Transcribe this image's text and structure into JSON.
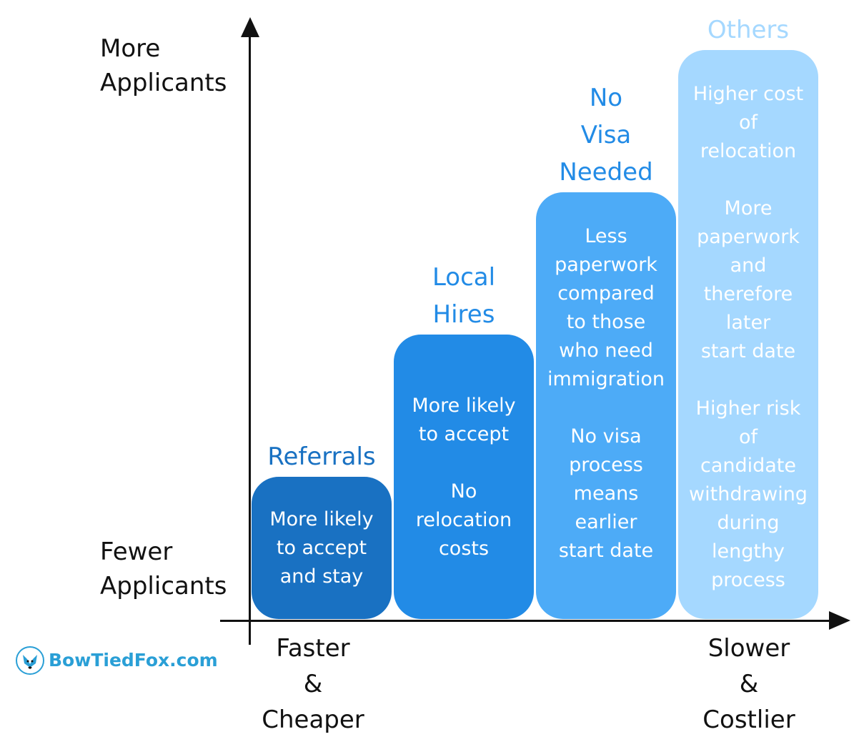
{
  "chart_data": {
    "type": "bar",
    "categories": [
      "Referrals",
      "Local\nHires",
      "No\nVisa\nNeeded",
      "Others"
    ],
    "values": [
      1,
      2,
      3,
      4
    ],
    "ylabel_top": "More\nApplicants",
    "ylabel_bottom": "Fewer\nApplicants",
    "xlabel_left": "Faster\n&\nCheaper",
    "xlabel_right": "Slower\n&\nCostlier",
    "bar_notes": [
      "More likely\nto accept\nand stay",
      "More likely\nto accept\n\nNo\nrelocation\ncosts",
      "Less\npaperwork\ncompared\nto those\nwho need\nimmigration\n\nNo visa\nprocess\nmeans\nearlier\nstart date",
      "Higher cost\nof\nrelocation\n\nMore\npaperwork\nand\ntherefore\nlater\nstart date\n\nHigher risk\nof\ncandidate\nwithdrawing\nduring\nlengthy\nprocess"
    ],
    "bar_colors": [
      "#1971c2",
      "#228be6",
      "#4dabf7",
      "#a5d8ff"
    ],
    "title_colors": [
      "#1971c2",
      "#228be6",
      "#228be6",
      "#a5d8ff"
    ],
    "note_color": "#ffffff",
    "ylim": [
      0,
      4
    ]
  },
  "brand": {
    "text": "BowTiedFox.com",
    "icon": "fox-logo-icon",
    "color": "#2a9fd6"
  }
}
